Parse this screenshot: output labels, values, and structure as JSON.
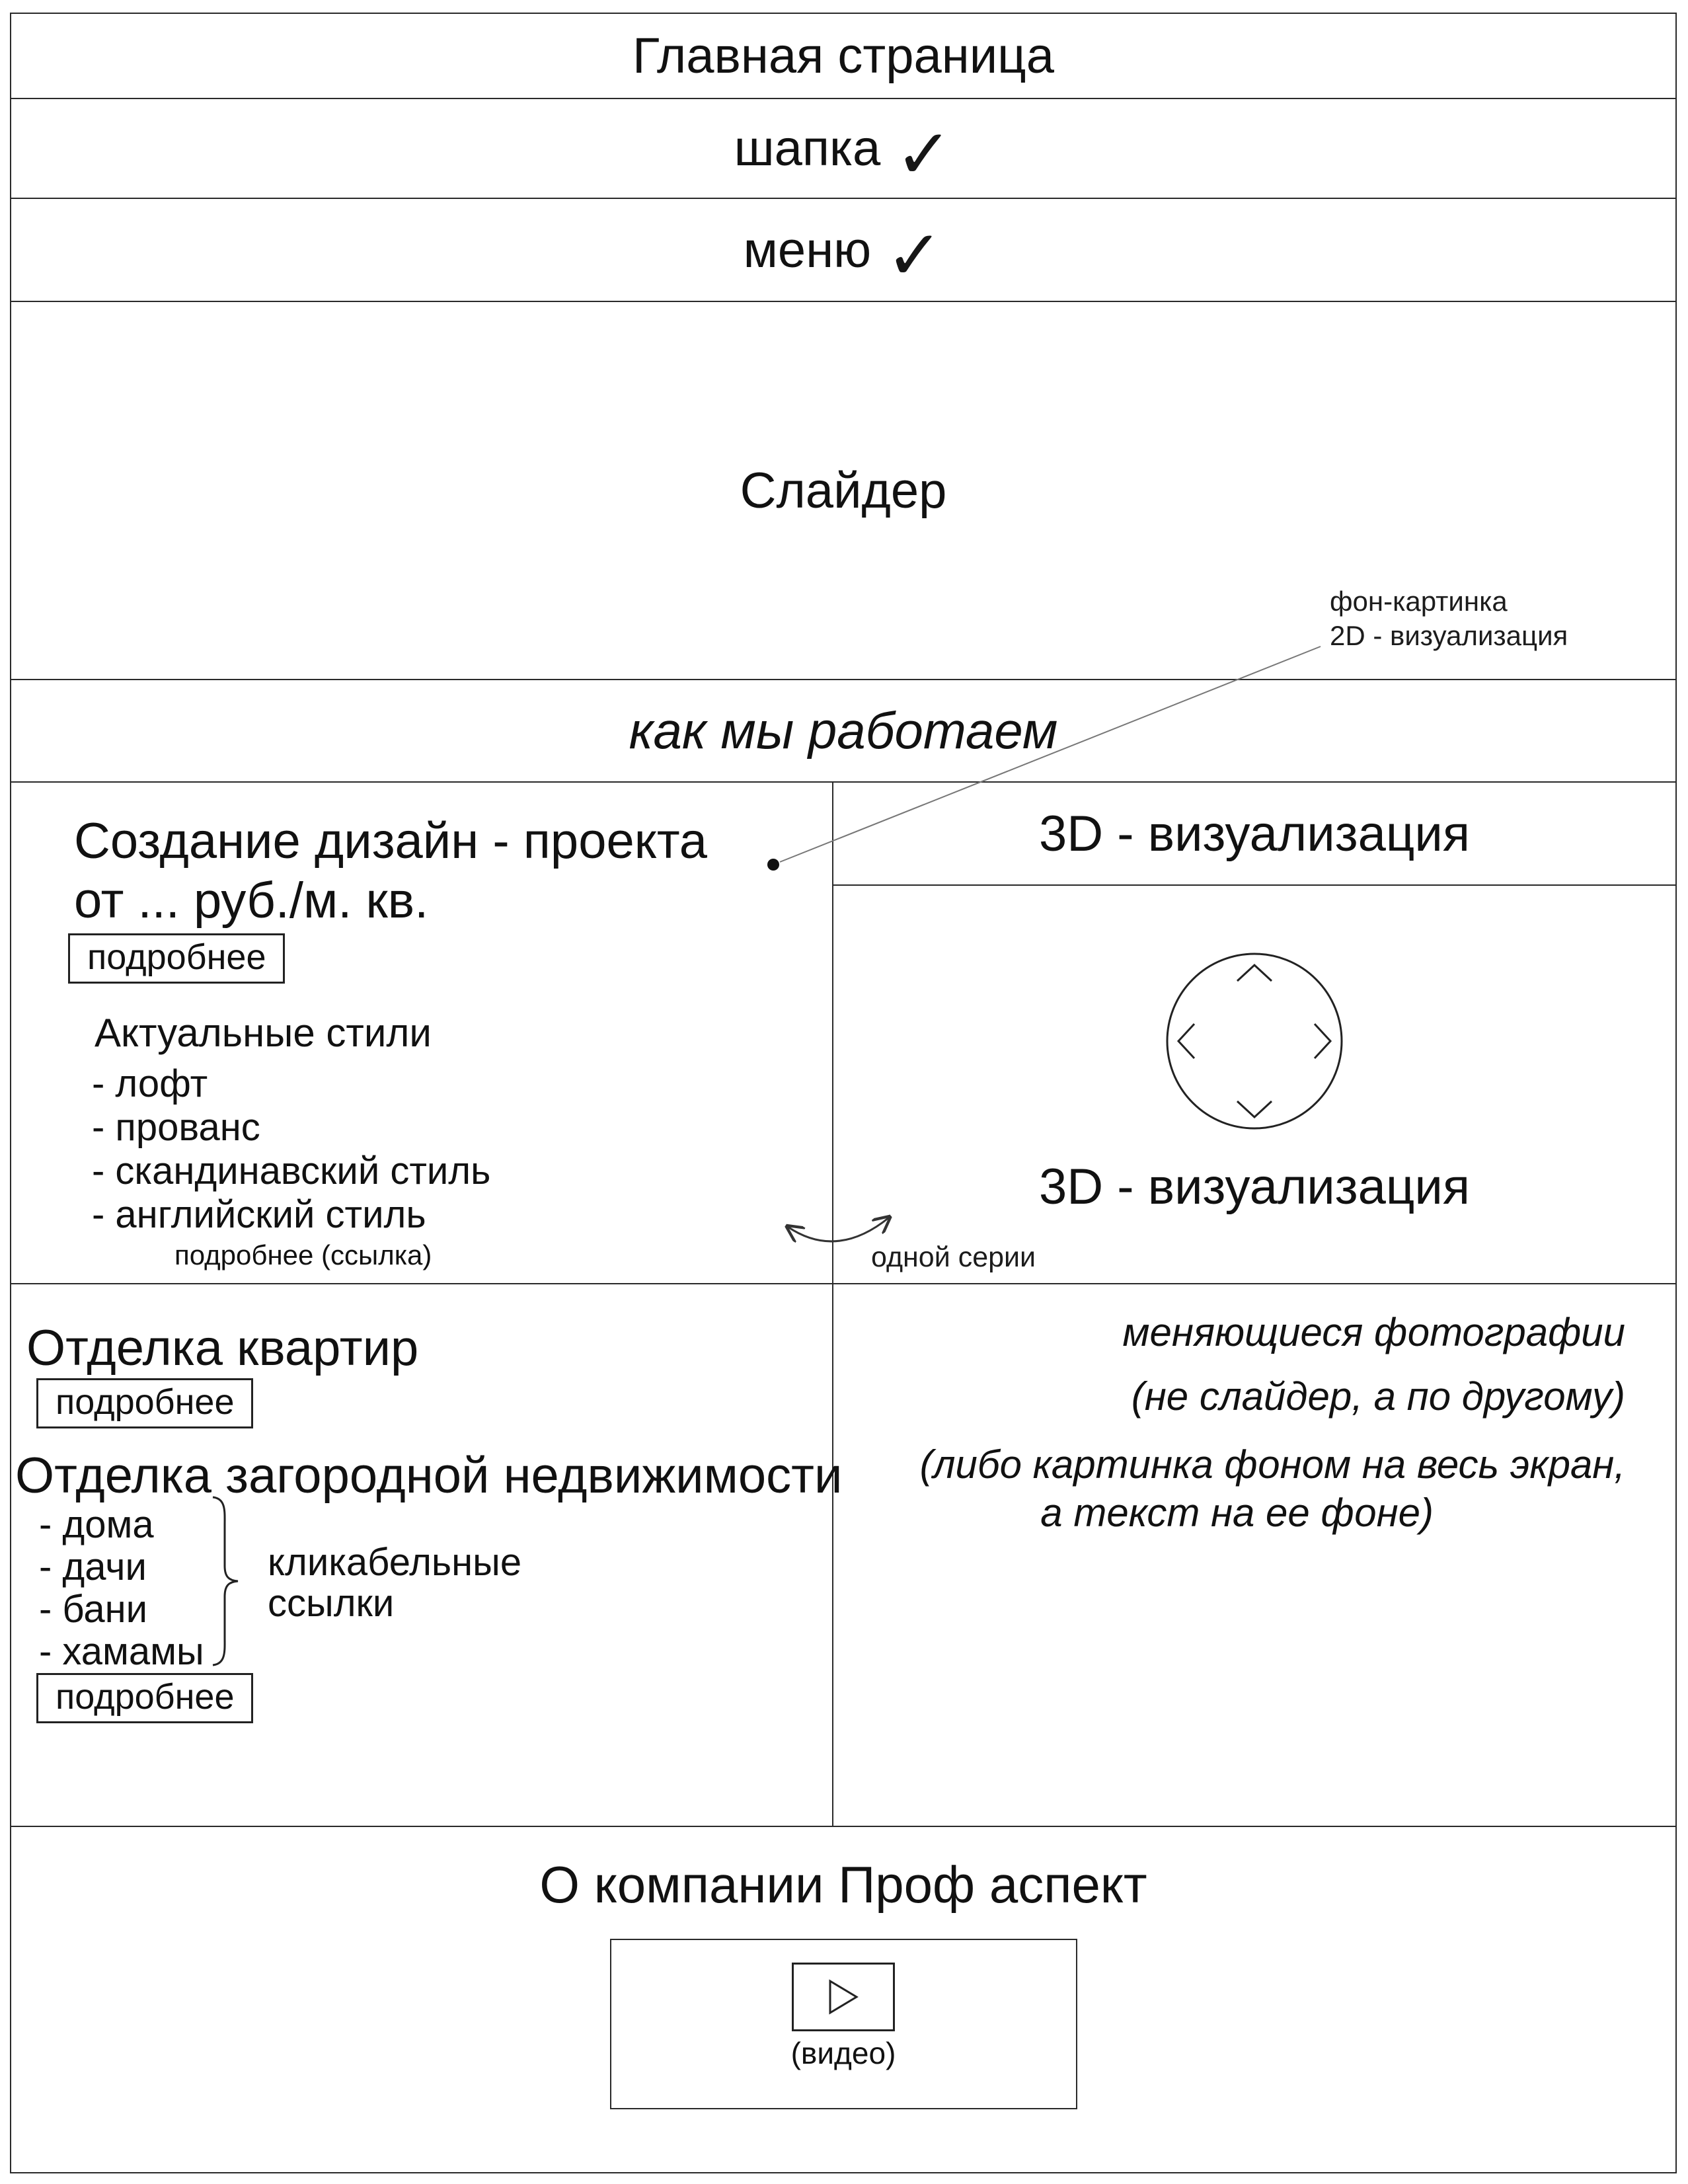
{
  "page": {
    "title": "Главная страница"
  },
  "rows": {
    "header_label": "шапка",
    "menu_label": "меню",
    "check": "✓",
    "slider_label": "Слайдер",
    "how_we_work": "как мы работаем"
  },
  "slider": {
    "note_line1": "фон-картинка",
    "note_line2": "2D - визуализация"
  },
  "design_section": {
    "heading_line1": "Создание дизайн - проекта",
    "heading_line2": "от ... руб./м. кв.",
    "details_button": "подробнее",
    "styles_title": "Актуальные стили",
    "styles": [
      "- лофт",
      "- прованс",
      "- скандинавский стиль",
      "- английский стиль"
    ],
    "details_link": "подробнее (ссылка)"
  },
  "viz_section": {
    "heading": "3D - визуализация",
    "subheading": "3D - визуализация",
    "series_note": "одной серии"
  },
  "finishing_section": {
    "apartments_heading": "Отделка квартир",
    "details_button_1": "подробнее",
    "country_heading": "Отделка загородной недвижимости",
    "items": [
      "- дома",
      "- дачи",
      "- бани",
      "- хамамы"
    ],
    "brace_note_line1": "кликабельные",
    "brace_note_line2": "ссылки",
    "details_button_2": "подробнее"
  },
  "photos_note": {
    "line1": "меняющиеся фотографии",
    "line2": "(не слайдер, а по другому)",
    "line3": "(либо картинка фоном на весь экран,",
    "line4": "а текст на ее фоне)"
  },
  "about_section": {
    "heading": "О компании Проф аспект",
    "video_label": "(видео)"
  }
}
